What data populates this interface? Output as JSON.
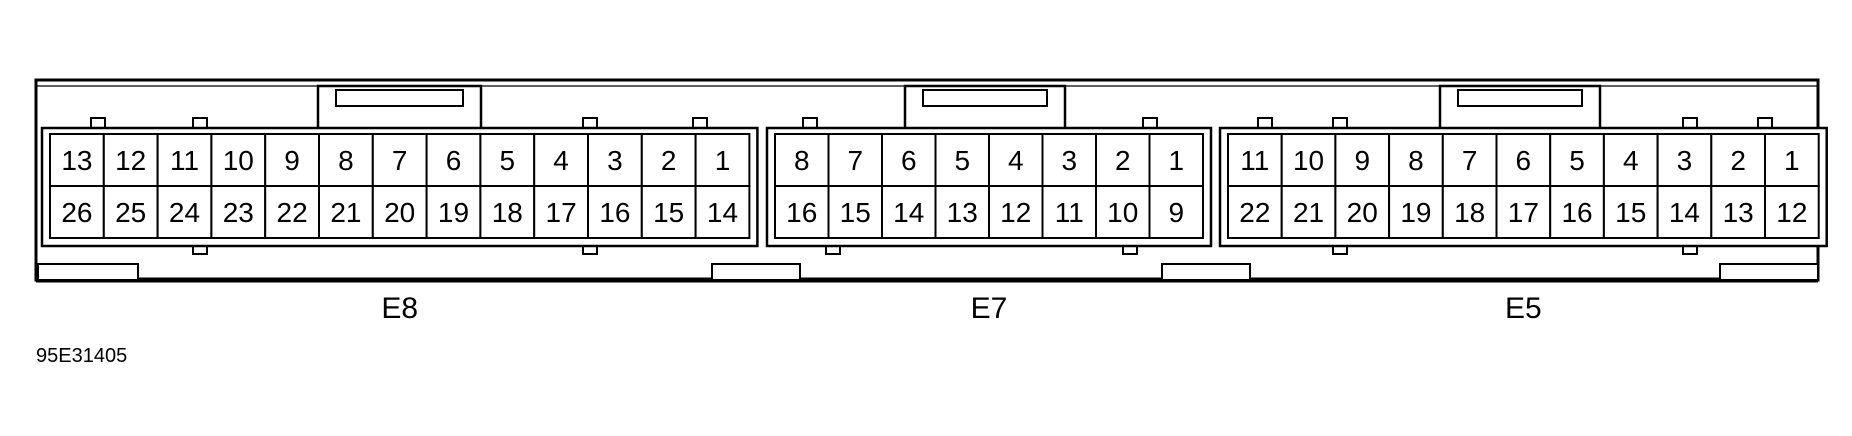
{
  "figure_id": "95E31405",
  "connectors": [
    {
      "label": "E8",
      "top_row": [
        "13",
        "12",
        "11",
        "10",
        "9",
        "8",
        "7",
        "6",
        "5",
        "4",
        "3",
        "2",
        "1"
      ],
      "bottom_row": [
        "26",
        "25",
        "24",
        "23",
        "22",
        "21",
        "20",
        "19",
        "18",
        "17",
        "16",
        "15",
        "14"
      ]
    },
    {
      "label": "E7",
      "top_row": [
        "8",
        "7",
        "6",
        "5",
        "4",
        "3",
        "2",
        "1"
      ],
      "bottom_row": [
        "16",
        "15",
        "14",
        "13",
        "12",
        "11",
        "10",
        "9"
      ]
    },
    {
      "label": "E5",
      "top_row": [
        "11",
        "10",
        "9",
        "8",
        "7",
        "6",
        "5",
        "4",
        "3",
        "2",
        "1"
      ],
      "bottom_row": [
        "22",
        "21",
        "20",
        "19",
        "18",
        "17",
        "16",
        "15",
        "14",
        "13",
        "12"
      ]
    }
  ]
}
